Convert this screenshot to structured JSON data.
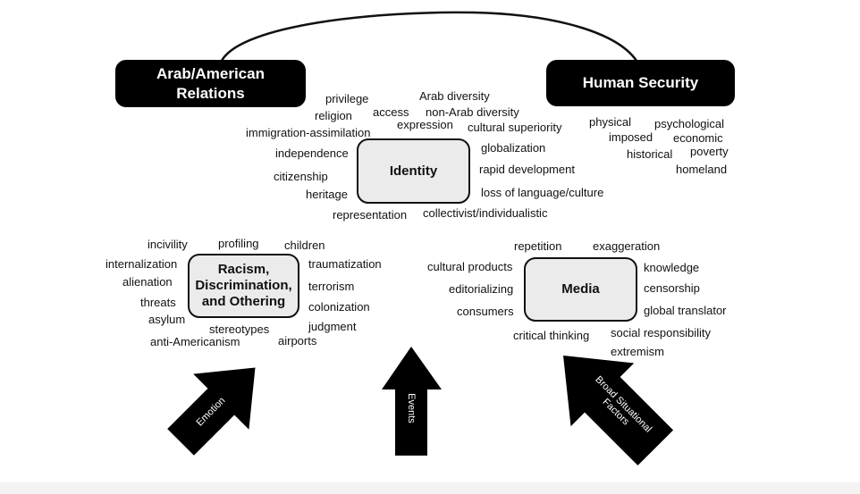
{
  "colors": {
    "background": "#ffffff",
    "header_fill": "#000000",
    "concept_fill": "#ebebeb",
    "ink": "#111111"
  },
  "headers": {
    "left": "Arab/American\nRelations",
    "right": "Human Security"
  },
  "concepts": {
    "identity": "Identity",
    "racism": "Racism,\nDiscrimination,\nand Othering",
    "media": "Media"
  },
  "identity_terms": [
    "privilege",
    "Arab diversity",
    "religion",
    "access",
    "non-Arab diversity",
    "expression",
    "cultural superiority",
    "immigration-assimilation",
    "independence",
    "globalization",
    "rapid development",
    "citizenship",
    "heritage",
    "loss of language/culture",
    "representation",
    "collectivist/individualistic"
  ],
  "security_terms": [
    "physical",
    "psychological",
    "imposed",
    "economic",
    "poverty",
    "historical",
    "homeland"
  ],
  "racism_terms": [
    "incivility",
    "profiling",
    "children",
    "internalization",
    "traumatization",
    "alienation",
    "terrorism",
    "threats",
    "colonization",
    "asylum",
    "judgment",
    "stereotypes",
    "anti-Americanism",
    "airports"
  ],
  "media_terms": [
    "repetition",
    "exaggeration",
    "cultural products",
    "knowledge",
    "editorializing",
    "censorship",
    "consumers",
    "global translator",
    "critical thinking",
    "social responsibility",
    "extremism"
  ],
  "arrows": {
    "emotion": "Emotion",
    "events": "Events",
    "situational": "Broad Situational\nFactors"
  }
}
